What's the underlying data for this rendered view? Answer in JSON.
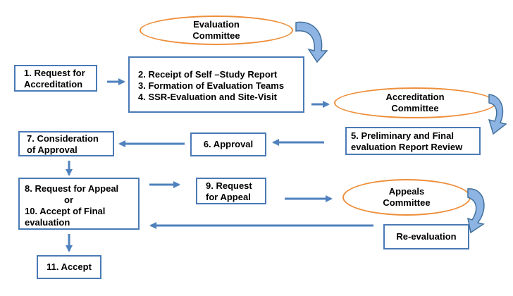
{
  "committees": {
    "evaluation": [
      "Evaluation",
      "Committee"
    ],
    "accreditation": [
      "Accreditation",
      "Committee"
    ],
    "appeals": [
      "Appeals",
      "Committee"
    ]
  },
  "steps": {
    "request_accreditation": [
      "1. Request for",
      "Accreditation"
    ],
    "receipt": "2. Receipt of Self –Study Report",
    "formation": "3. Formation of Evaluation Teams",
    "ssr": "4. SSR-Evaluation and Site-Visit",
    "preliminary": [
      "5. Preliminary and Final",
      "evaluation Report Review"
    ],
    "approval": "6. Approval",
    "consideration": [
      "7. Consideration",
      "of Approval"
    ],
    "request_appeal_left": "8. Request for Appeal",
    "or": "or",
    "accept_final": [
      "10. Accept of Final",
      "evaluation"
    ],
    "request_appeal_9": [
      "9. Request",
      "for Appeal"
    ],
    "reevaluation": "Re-evaluation",
    "accept": "11. Accept"
  },
  "colors": {
    "box_border": "#4a7ab5",
    "arrow": "#4f81bd",
    "oval_border": "#ee8f3b",
    "curved_arrow_fill": "#8eb4e3",
    "curved_arrow_stroke": "#41719c"
  }
}
